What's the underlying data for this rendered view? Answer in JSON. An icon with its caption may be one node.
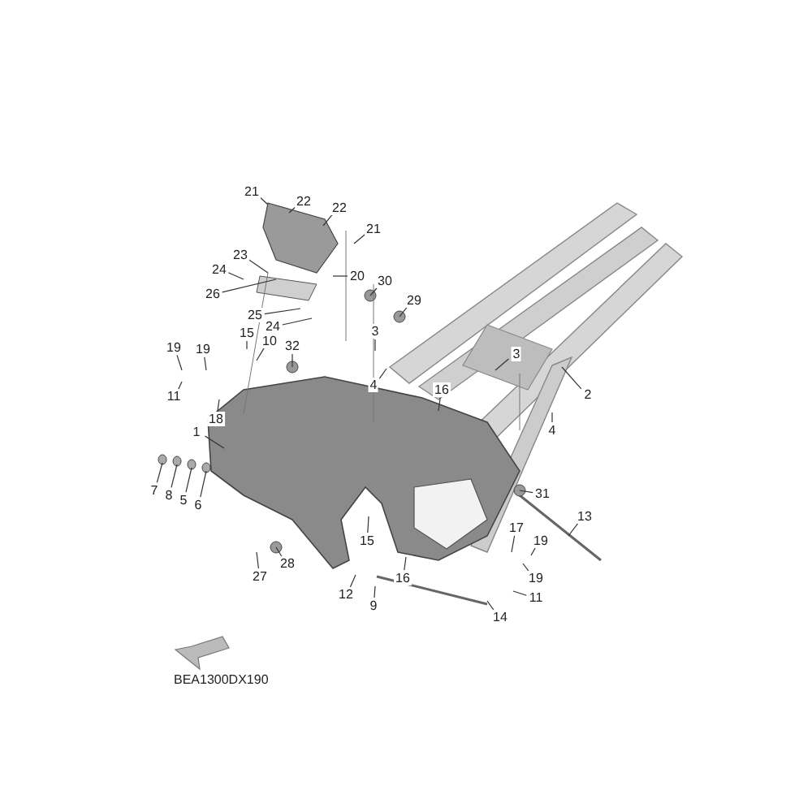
{
  "diagram": {
    "nodes": [
      {
        "text": [
          "21"
        ]
      },
      {
        "text": [
          "22"
        ]
      },
      {
        "text": [
          "22"
        ]
      },
      {
        "text": [
          "21"
        ]
      },
      {
        "text": [
          "23"
        ]
      },
      {
        "text": [
          "24"
        ]
      },
      {
        "text": [
          "20"
        ]
      },
      {
        "text": [
          "26"
        ]
      },
      {
        "text": [
          "30"
        ]
      },
      {
        "text": [
          "25"
        ]
      },
      {
        "text": [
          "29"
        ]
      },
      {
        "text": [
          "24"
        ]
      },
      {
        "text": [
          "15"
        ]
      },
      {
        "text": [
          "10"
        ]
      },
      {
        "text": [
          "3"
        ]
      },
      {
        "text": [
          "19"
        ]
      },
      {
        "text": [
          "19"
        ]
      },
      {
        "text": [
          "32"
        ]
      },
      {
        "text": [
          "3"
        ]
      },
      {
        "text": [
          "4"
        ]
      },
      {
        "text": [
          "16"
        ]
      },
      {
        "text": [
          "2"
        ]
      },
      {
        "text": [
          "11"
        ]
      },
      {
        "text": [
          "18"
        ]
      },
      {
        "text": [
          "4"
        ]
      },
      {
        "text": [
          "1"
        ]
      },
      {
        "text": [
          "7"
        ]
      },
      {
        "text": [
          "8"
        ]
      },
      {
        "text": [
          "5"
        ]
      },
      {
        "text": [
          "6"
        ]
      },
      {
        "text": [
          "31"
        ]
      },
      {
        "text": [
          "13"
        ]
      },
      {
        "text": [
          "17"
        ]
      },
      {
        "text": [
          "19"
        ]
      },
      {
        "text": [
          "15"
        ]
      },
      {
        "text": [
          "19"
        ]
      },
      {
        "text": [
          "16"
        ]
      },
      {
        "text": [
          "27"
        ]
      },
      {
        "text": [
          "28"
        ]
      },
      {
        "text": [
          "11"
        ]
      },
      {
        "text": [
          "12"
        ]
      },
      {
        "text": [
          "9"
        ]
      },
      {
        "text": [
          "14"
        ]
      }
    ],
    "edges": [
      {
        "from": 0,
        "to": null,
        "arrow": "none"
      },
      {
        "from": 1,
        "to": null,
        "arrow": "none"
      },
      {
        "from": 2,
        "to": null,
        "arrow": "none"
      },
      {
        "from": 3,
        "to": null,
        "arrow": "none"
      },
      {
        "from": 4,
        "to": null,
        "arrow": "none"
      },
      {
        "from": 5,
        "to": null,
        "arrow": "none"
      },
      {
        "from": 6,
        "to": null,
        "arrow": "none"
      },
      {
        "from": 7,
        "to": null,
        "arrow": "none"
      },
      {
        "from": 8,
        "to": null,
        "arrow": "none"
      },
      {
        "from": 9,
        "to": null,
        "arrow": "none"
      },
      {
        "from": 10,
        "to": null,
        "arrow": "none"
      },
      {
        "from": 11,
        "to": null,
        "arrow": "none"
      },
      {
        "from": 12,
        "to": null,
        "arrow": "none"
      },
      {
        "from": 13,
        "to": null,
        "arrow": "none"
      },
      {
        "from": 14,
        "to": null,
        "arrow": "none"
      },
      {
        "from": 15,
        "to": null,
        "arrow": "none"
      },
      {
        "from": 16,
        "to": null,
        "arrow": "none"
      },
      {
        "from": 17,
        "to": null,
        "arrow": "none"
      },
      {
        "from": 18,
        "to": null,
        "arrow": "none"
      },
      {
        "from": 19,
        "to": null,
        "arrow": "none"
      },
      {
        "from": 20,
        "to": null,
        "arrow": "none"
      },
      {
        "from": 21,
        "to": null,
        "arrow": "none"
      },
      {
        "from": 22,
        "to": null,
        "arrow": "none"
      },
      {
        "from": 23,
        "to": null,
        "arrow": "none"
      },
      {
        "from": 24,
        "to": null,
        "arrow": "none"
      },
      {
        "from": 25,
        "to": null,
        "arrow": "none"
      },
      {
        "from": 26,
        "to": null,
        "arrow": "none"
      },
      {
        "from": 27,
        "to": null,
        "arrow": "none"
      },
      {
        "from": 28,
        "to": null,
        "arrow": "none"
      },
      {
        "from": 29,
        "to": null,
        "arrow": "none"
      },
      {
        "from": 30,
        "to": null,
        "arrow": "none"
      },
      {
        "from": 31,
        "to": null,
        "arrow": "none"
      },
      {
        "from": 32,
        "to": null,
        "arrow": "none"
      },
      {
        "from": 33,
        "to": null,
        "arrow": "none"
      },
      {
        "from": 34,
        "to": null,
        "arrow": "none"
      },
      {
        "from": 35,
        "to": null,
        "arrow": "none"
      },
      {
        "from": 36,
        "to": null,
        "arrow": "none"
      },
      {
        "from": 37,
        "to": null,
        "arrow": "none"
      },
      {
        "from": 38,
        "to": null,
        "arrow": "none"
      },
      {
        "from": 39,
        "to": null,
        "arrow": "none"
      },
      {
        "from": 40,
        "to": null,
        "arrow": "none"
      },
      {
        "from": 41,
        "to": null,
        "arrow": "none"
      },
      {
        "from": 42,
        "to": null,
        "arrow": "none"
      }
    ],
    "labels": [
      "BEA1300DX190"
    ]
  }
}
